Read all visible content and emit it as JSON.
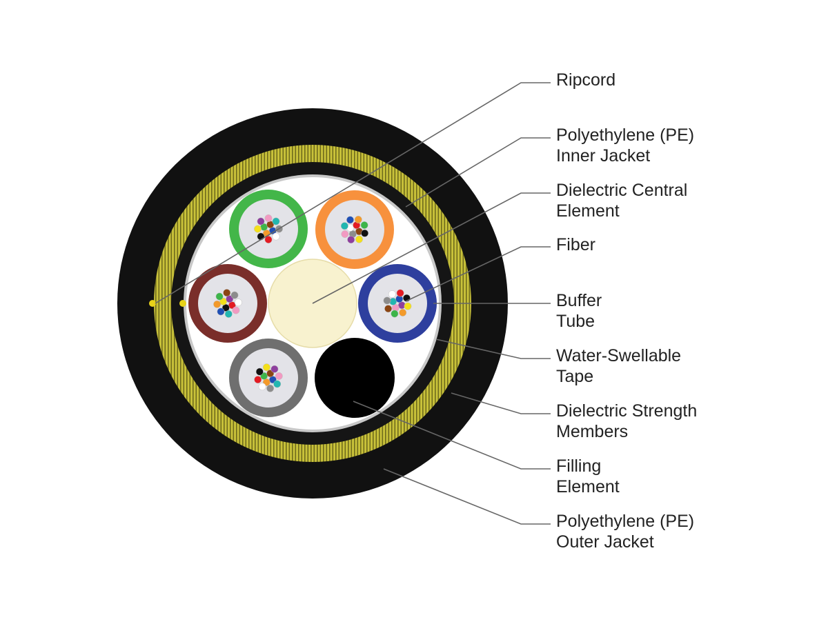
{
  "labels": [
    {
      "id": "ripcord",
      "lines": [
        "Ripcord"
      ]
    },
    {
      "id": "inner-jacket",
      "lines": [
        "Polyethylene (PE)",
        "Inner Jacket"
      ]
    },
    {
      "id": "central-element",
      "lines": [
        "Dielectric Central",
        "Element"
      ]
    },
    {
      "id": "fiber",
      "lines": [
        "Fiber"
      ]
    },
    {
      "id": "buffer-tube",
      "lines": [
        "Buffer",
        "Tube"
      ]
    },
    {
      "id": "water-tape",
      "lines": [
        "Water-Swellable",
        "Tape"
      ]
    },
    {
      "id": "strength-members",
      "lines": [
        "Dielectric Strength",
        "Members"
      ]
    },
    {
      "id": "filling-element",
      "lines": [
        "Filling",
        "Element"
      ]
    },
    {
      "id": "outer-jacket",
      "lines": [
        "Polyethylene (PE)",
        "Outer Jacket"
      ]
    }
  ],
  "colors": {
    "outer_jacket": "#111111",
    "strength_members": "#c9c23a",
    "inner_jacket": "#151515",
    "water_tape": "#c8c8c8",
    "core_fill": "#ffffff",
    "central_element": "#f8f2cf",
    "filling_element": "#000000",
    "leader_line": "#666666",
    "ripcord": "#e8d21a",
    "tube_green": "#43b649",
    "tube_orange": "#f7913d",
    "tube_brown": "#7a2e2a",
    "tube_blue": "#2e3f9e",
    "tube_gray": "#6f6f6f",
    "tube_inner": "#e3e3e8"
  },
  "fiber_colors": [
    "#1f4fb5",
    "#f39a2b",
    "#3db54a",
    "#8b4513",
    "#8c8c8c",
    "#ffffff",
    "#e31b23",
    "#111111",
    "#f4e01b",
    "#8e3f9e",
    "#f29ac2",
    "#22b6b0"
  ]
}
